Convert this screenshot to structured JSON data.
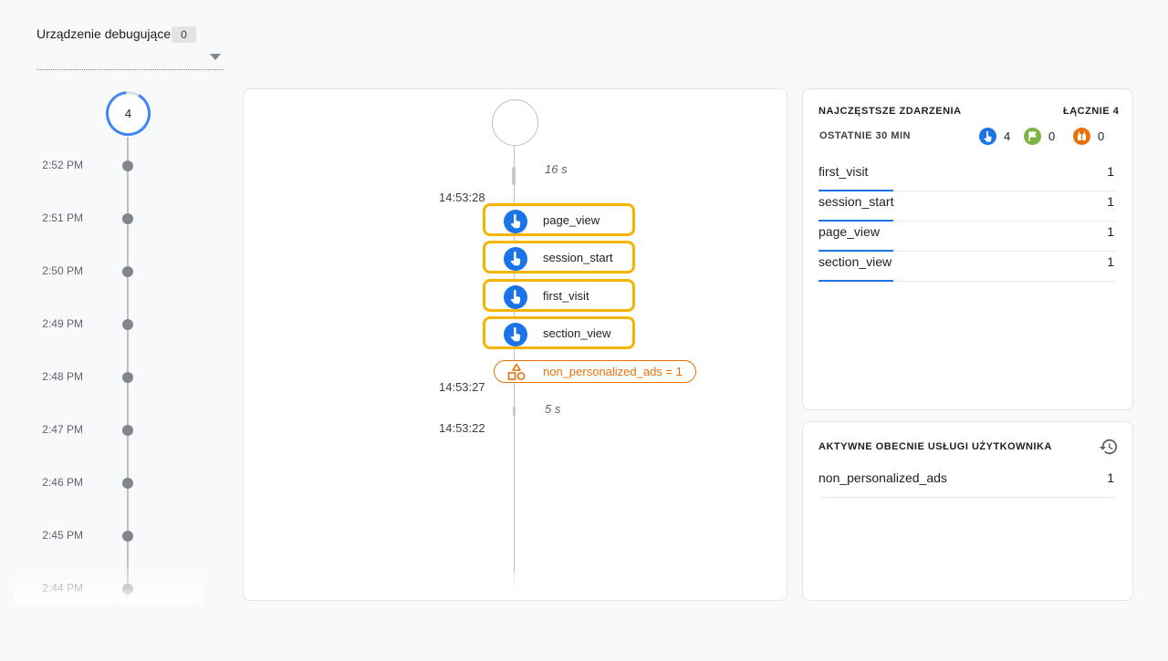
{
  "device_selector": {
    "label": "Urządzenie debugujące",
    "count": "0"
  },
  "minutes": {
    "current_count": "4",
    "items": [
      {
        "time": "2:52 PM"
      },
      {
        "time": "2:51 PM"
      },
      {
        "time": "2:50 PM"
      },
      {
        "time": "2:49 PM"
      },
      {
        "time": "2:48 PM"
      },
      {
        "time": "2:47 PM"
      },
      {
        "time": "2:46 PM"
      },
      {
        "time": "2:45 PM"
      },
      {
        "time": "2:44 PM"
      }
    ]
  },
  "stream": {
    "gap1_label": "16 s",
    "time1": "14:53:28",
    "events": [
      {
        "name": "page_view"
      },
      {
        "name": "session_start"
      },
      {
        "name": "first_visit"
      },
      {
        "name": "section_view"
      }
    ],
    "consent_label": "non_personalized_ads = 1",
    "time2": "14:53:27",
    "gap2_label": "5 s",
    "time3": "14:53:22"
  },
  "top_events": {
    "title": "NAJCZĘSTSZE ZDARZENIA",
    "total_label": "ŁĄCZNIE 4",
    "period_label": "OSTATNIE 30 MIN",
    "legend": [
      {
        "icon": "event-icon",
        "color": "#1a73e8",
        "count": "4"
      },
      {
        "icon": "conversion-flag-icon",
        "color": "#7cb342",
        "count": "0"
      },
      {
        "icon": "error-icon",
        "color": "#e8710a",
        "count": "0"
      }
    ],
    "rows": [
      {
        "name": "first_visit",
        "count": "1"
      },
      {
        "name": "session_start",
        "count": "1"
      },
      {
        "name": "page_view",
        "count": "1"
      },
      {
        "name": "section_view",
        "count": "1"
      }
    ]
  },
  "user_properties": {
    "title": "AKTYWNE OBECNIE USŁUGI UŻYTKOWNIKA",
    "rows": [
      {
        "name": "non_personalized_ads",
        "value": "1"
      }
    ]
  },
  "colors": {
    "accent_blue": "#1a73e8",
    "event_border": "#f4b400",
    "consent_orange": "#e8710a"
  }
}
